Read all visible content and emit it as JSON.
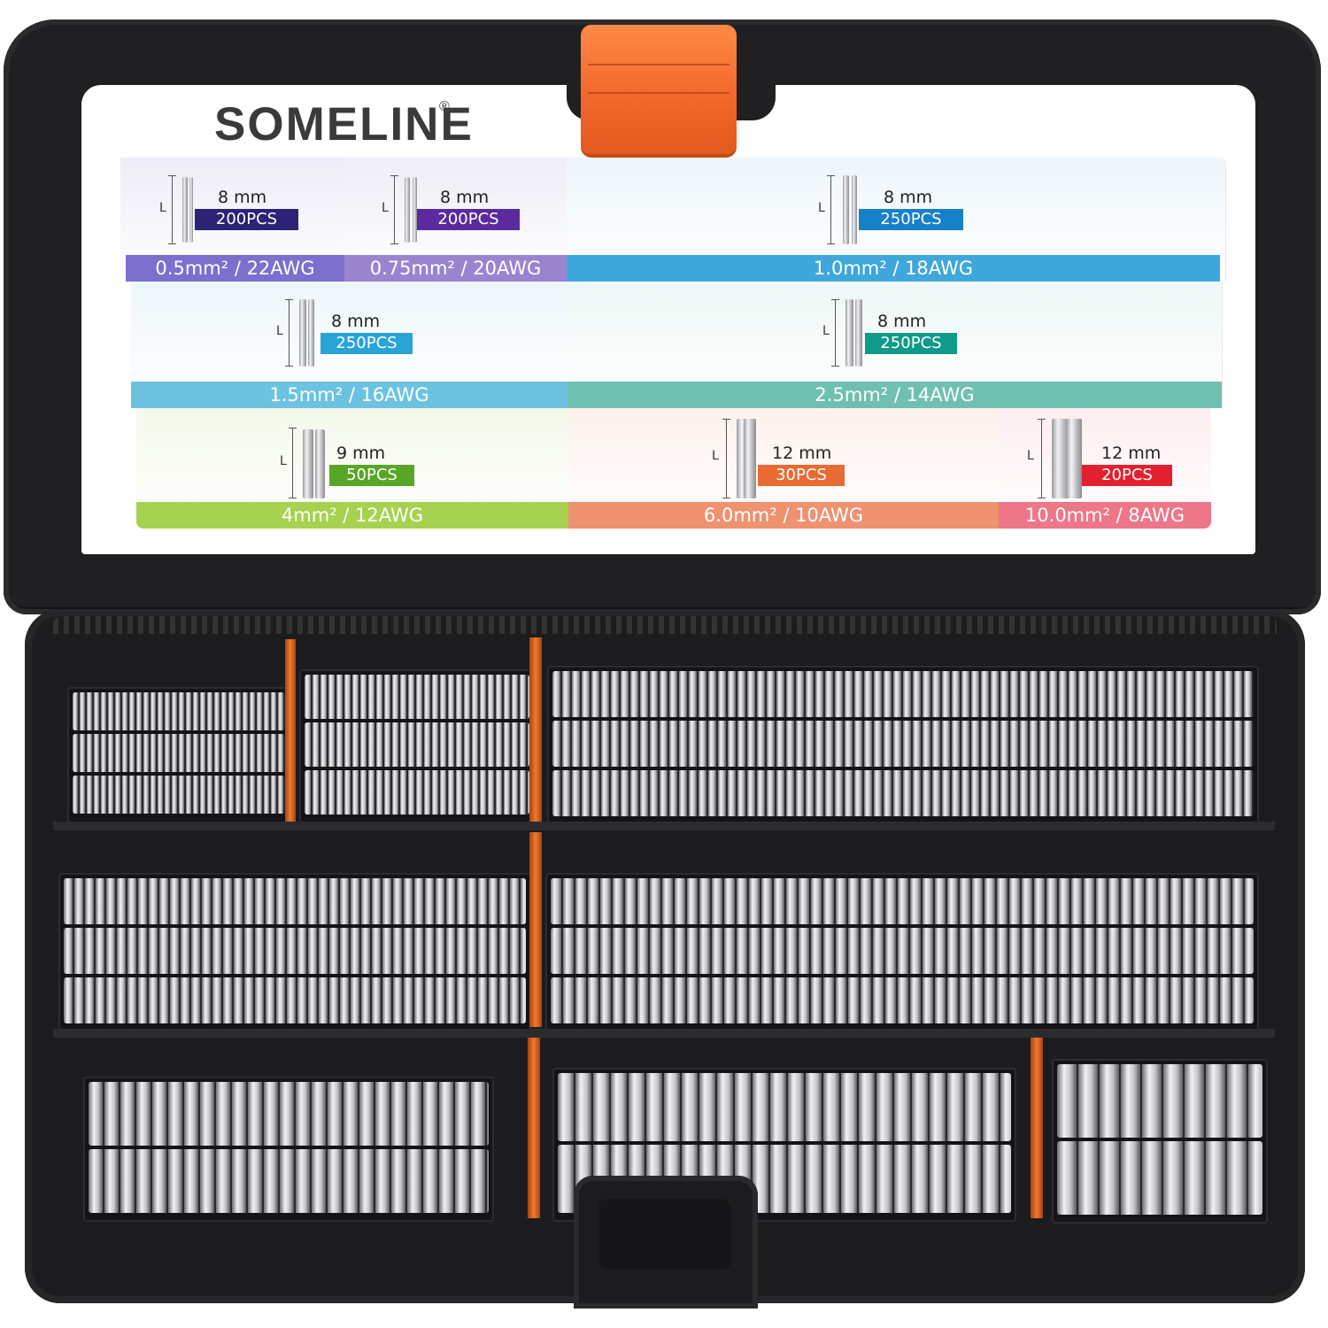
{
  "brand": {
    "name": "SOMELINE",
    "reg": "®"
  },
  "length_mark": "L",
  "cells": [
    {
      "id": "c1",
      "gauge": "0.5mm² / 22AWG",
      "length": "8 mm",
      "pcs": "200PCS",
      "band_color": "#7b6fd0",
      "pcs_color": "#2c2376",
      "bg": "#eeecf7"
    },
    {
      "id": "c2",
      "gauge": "0.75mm² / 20AWG",
      "length": "8 mm",
      "pcs": "200PCS",
      "band_color": "#9a84cf",
      "pcs_color": "#5b2a9e",
      "bg": "#efedf6"
    },
    {
      "id": "c3",
      "gauge": "1.0mm² / 18AWG",
      "length": "8 mm",
      "pcs": "250PCS",
      "band_color": "#3ea7dc",
      "pcs_color": "#1680c8",
      "bg": "#eef6fb"
    },
    {
      "id": "c4",
      "gauge": "1.5mm² / 16AWG",
      "length": "8 mm",
      "pcs": "250PCS",
      "band_color": "#6cc3e1",
      "pcs_color": "#2aa3d6",
      "bg": "#eef7fb"
    },
    {
      "id": "c5",
      "gauge": "2.5mm² / 14AWG",
      "length": "8 mm",
      "pcs": "250PCS",
      "band_color": "#6fc0b0",
      "pcs_color": "#0f9a8a",
      "bg": "#eef8f6"
    },
    {
      "id": "c6",
      "gauge": "4mm² / 12AWG",
      "length": "9 mm",
      "pcs": "50PCS",
      "band_color": "#a6d24f",
      "pcs_color": "#58a626",
      "bg": "#f4f9ea"
    },
    {
      "id": "c7",
      "gauge": "6.0mm² / 10AWG",
      "length": "12 mm",
      "pcs": "30PCS",
      "band_color": "#ef9270",
      "pcs_color": "#ea6a33",
      "bg": "#fdf1ec"
    },
    {
      "id": "c8",
      "gauge": "10.0mm² / 8AWG",
      "length": "12 mm",
      "pcs": "20PCS",
      "band_color": "#ee7689",
      "pcs_color": "#e3202f",
      "bg": "#fdeef0"
    }
  ],
  "colors": {
    "case": "#202022",
    "latch": "#f2682a",
    "divider": "#f07a2e"
  }
}
